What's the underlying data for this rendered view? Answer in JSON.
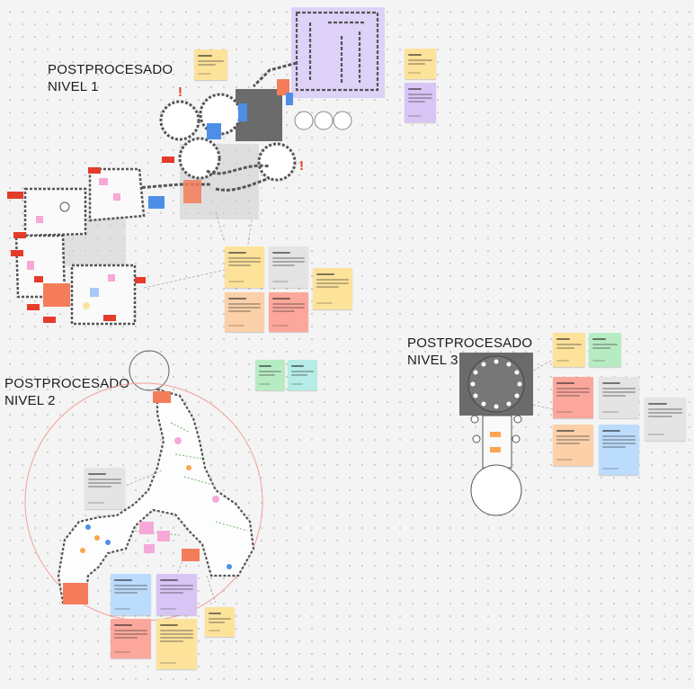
{
  "level_labels": {
    "level1": {
      "line1": "POSTPROCESADO",
      "line2": "NIVEL 1"
    },
    "level2": {
      "line1": "POSTPROCESADO",
      "line2": "NIVEL 2"
    },
    "level3": {
      "line1": "POSTPROCESADO",
      "line2": "NIVEL 3"
    }
  },
  "note_colors": {
    "yellow": "#fde29a",
    "orange": "#fbb98c",
    "purple": "#d8c4f5",
    "grey": "#e4e4e4",
    "green": "#b7ecc3",
    "teal": "#b5ece6",
    "blue": "#bcdcfd",
    "salmon": "#fca79b",
    "peach": "#fcd0a8"
  },
  "accent_colors": {
    "room_orange": "#f47c5a",
    "room_blue": "#4d8fe6",
    "dark_room": "#6b6b6b",
    "highlight_purple": "#c9b6f7",
    "alert_red": "#e53b2a"
  },
  "icons": [
    "warning-exclamation-icon",
    "circle-thumbnail-icon"
  ]
}
